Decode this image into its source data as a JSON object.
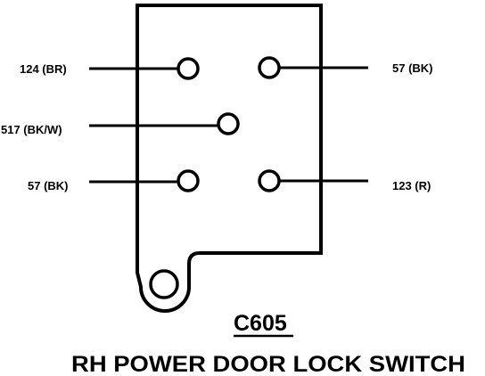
{
  "connector": {
    "id": "C605",
    "caption": "RH POWER DOOR LOCK SWITCH"
  },
  "wires": [
    {
      "key": "upper_left",
      "circuit": "124 (BR)"
    },
    {
      "key": "upper_right",
      "circuit": "57 (BK)"
    },
    {
      "key": "middle",
      "circuit": "517 (BK/W)"
    },
    {
      "key": "lower_left",
      "circuit": "57 (BK)"
    },
    {
      "key": "lower_right",
      "circuit": "123 (R)"
    }
  ],
  "colors": {
    "ink": "#000000",
    "background": "#ffffff"
  }
}
